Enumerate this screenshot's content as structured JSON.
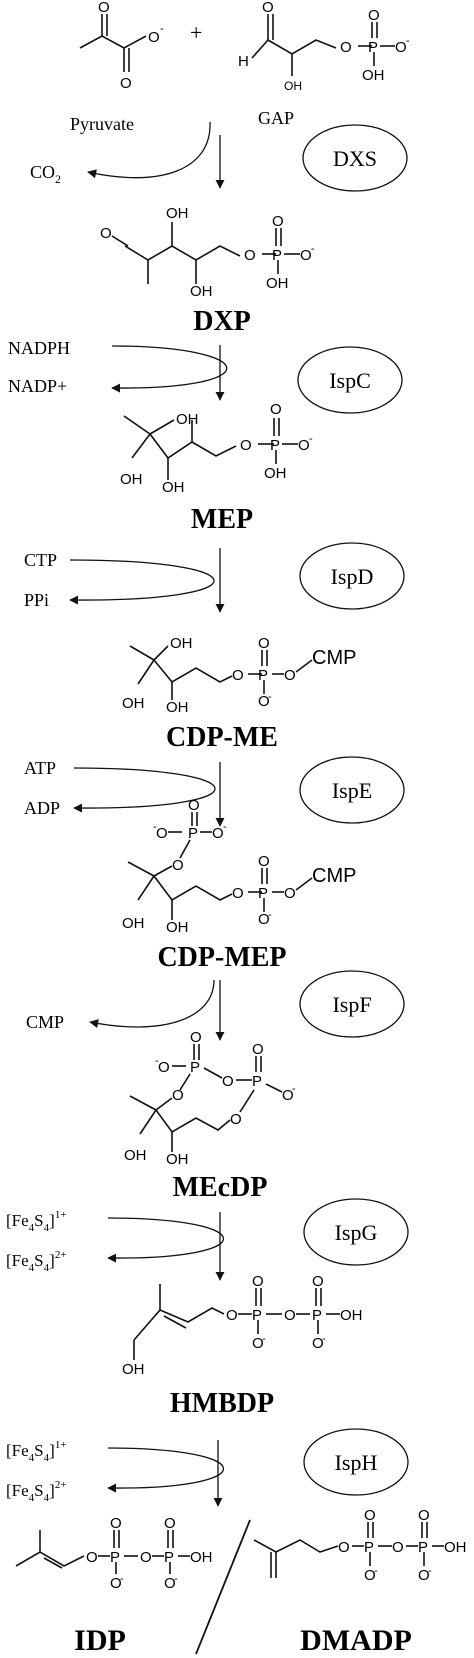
{
  "substrates": {
    "pyruvate": "Pyruvate",
    "gap": "GAP",
    "plus": "+"
  },
  "byproducts": {
    "co2": "CO",
    "co2_sub": "2",
    "nadph": "NADPH",
    "nadp": "NADP+",
    "ctp": "CTP",
    "ppi": "PPi",
    "atp": "ATP",
    "adp": "ADP",
    "cmp": "CMP",
    "fe_in": {
      "a": "[Fe",
      "s1": "4",
      "b": "S",
      "s2": "4",
      "c": "]",
      "sup": "1+"
    },
    "fe_out": {
      "a": "[Fe",
      "s1": "4",
      "b": "S",
      "s2": "4",
      "c": "]",
      "sup": "2+"
    }
  },
  "enzymes": [
    "DXS",
    "IspC",
    "IspD",
    "IspE",
    "IspF",
    "IspG",
    "IspH"
  ],
  "intermediates": [
    "DXP",
    "MEP",
    "CDP-ME",
    "CDP-MEP",
    "MEcDP",
    "HMBDP"
  ],
  "final_products": {
    "left": "IDP",
    "right": "DMADP"
  },
  "atoms": {
    "o": "O",
    "ominus": "O-",
    "oh": "OH",
    "p": "P",
    "h": "H",
    "cmp": "CMP",
    "minus": "-"
  },
  "colors": {
    "ink": "#111111",
    "background": "#ffffff"
  }
}
